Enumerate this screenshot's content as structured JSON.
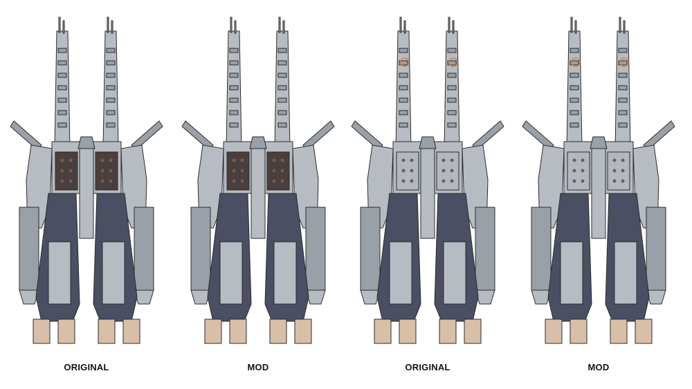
{
  "figures": [
    {
      "label": "ORIGINAL",
      "variant": "original",
      "backpack_color": "#4a3f3c"
    },
    {
      "label": "MOD",
      "variant": "original",
      "backpack_color": "#4a3f3c"
    },
    {
      "label": "ORIGINAL",
      "variant": "mod",
      "backpack_color": "#b3b8c0"
    },
    {
      "label": "MOD",
      "variant": "mod",
      "backpack_color": "#b3b8c0"
    }
  ],
  "colors": {
    "light_grey": "#b7bcc3",
    "mid_grey": "#9aa0a8",
    "dark_navy": "#4a4f63",
    "outline": "#2b2b2b",
    "tan": "#d9bfa8"
  }
}
